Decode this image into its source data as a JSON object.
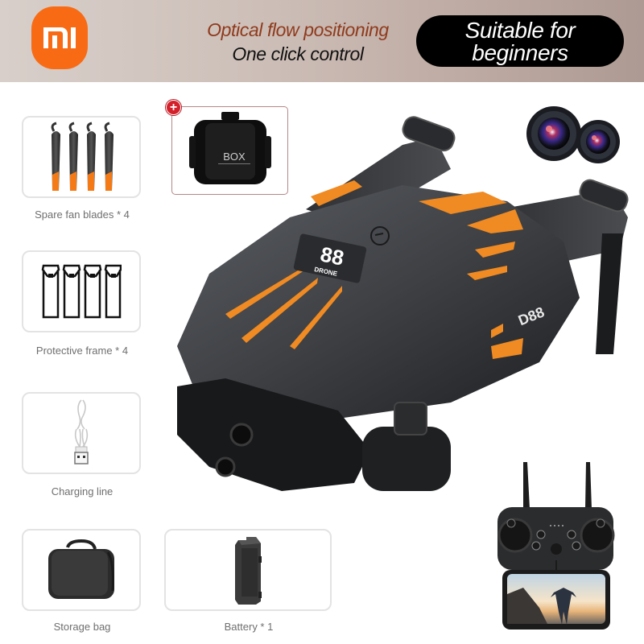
{
  "header": {
    "brand_logo": "mi-logo",
    "tagline_line1": "Optical flow positioning",
    "tagline_line2": "One click control",
    "badge_line1": "Suitable for",
    "badge_line2": "beginners"
  },
  "colors": {
    "brand_orange": "#f86b14",
    "tagline_accent": "#8f3a1c",
    "badge_bg": "#000000",
    "drone_accent": "#f08a22",
    "plus_badge": "#d3202a"
  },
  "accessories": [
    {
      "label": "Spare fan blades * 4",
      "icon": "propeller-blades-icon"
    },
    {
      "label": "Protective frame * 4",
      "icon": "protective-frame-icon"
    },
    {
      "label": "Charging line",
      "icon": "usb-cable-icon"
    },
    {
      "label": "Storage bag",
      "icon": "storage-bag-icon"
    },
    {
      "label": "Battery * 1",
      "icon": "battery-icon"
    }
  ],
  "bonus_item": {
    "badge": "+",
    "box_text": "BOX",
    "icon": "vr-headset-icon"
  },
  "drone": {
    "model_badge": "88",
    "model_sub": "DRONE",
    "side_badge": "D88"
  },
  "remote": {
    "icon": "remote-controller-icon"
  },
  "cameras": {
    "icon": "dual-camera-icon"
  }
}
